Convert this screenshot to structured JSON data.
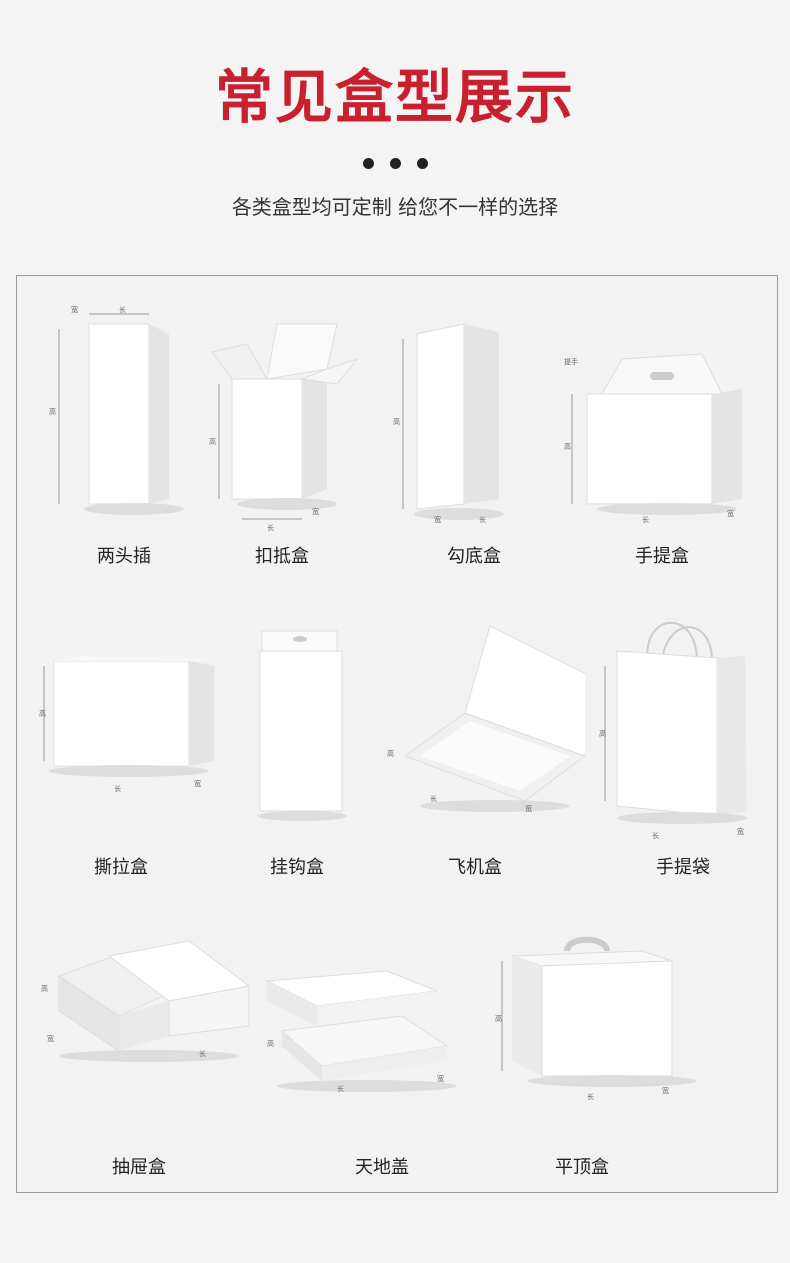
{
  "header": {
    "title": "常见盒型展示",
    "subtitle": "各类盒型均可定制 给您不一样的选择"
  },
  "boxes": [
    {
      "label": "两头插"
    },
    {
      "label": "扣抵盒"
    },
    {
      "label": "勾底盒"
    },
    {
      "label": "手提盒"
    },
    {
      "label": "撕拉盒"
    },
    {
      "label": "挂钩盒"
    },
    {
      "label": "飞机盒"
    },
    {
      "label": "手提袋"
    },
    {
      "label": "抽屉盒"
    },
    {
      "label": "天地盖"
    },
    {
      "label": "平顶盒"
    }
  ],
  "dimensions": {
    "length": "长",
    "width": "宽",
    "height": "高",
    "handle": "提手"
  },
  "colors": {
    "title": "#c8202f",
    "background": "#f4f4f4",
    "box_face": "#ffffff",
    "box_side": "#e6e6e6"
  }
}
